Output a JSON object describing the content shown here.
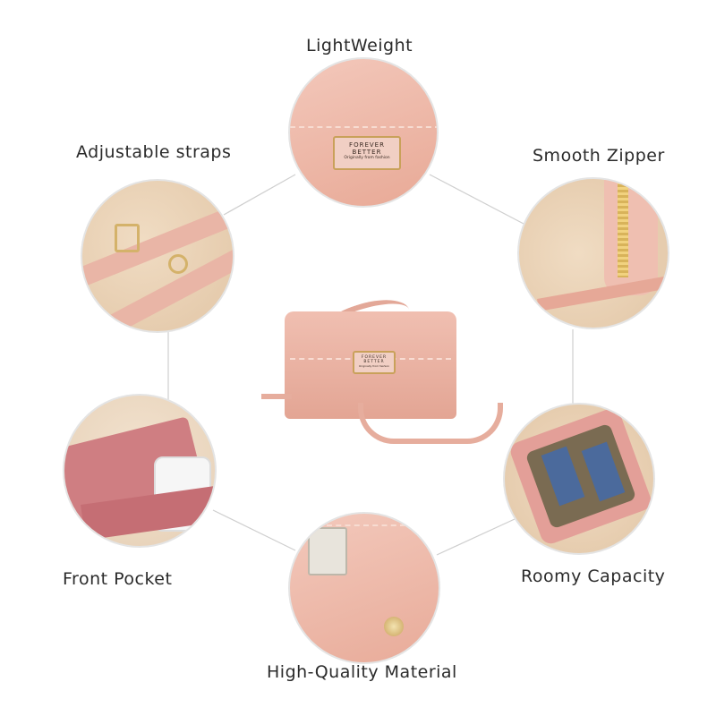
{
  "features": [
    {
      "label": "LightWeight"
    },
    {
      "label": "Adjustable straps"
    },
    {
      "label": "Smooth Zipper"
    },
    {
      "label": "Front Pocket"
    },
    {
      "label": "Roomy Capacity"
    },
    {
      "label": "High-Quality Material"
    }
  ],
  "brand": {
    "name": "FOREVER BETTER",
    "tagline": "Originally from fashion"
  },
  "colors": {
    "bag_pink": "#e9b3a4",
    "background_beige": "#e8d2b8",
    "line_gray": "#cfcfcf",
    "text": "#2b2b2b"
  }
}
